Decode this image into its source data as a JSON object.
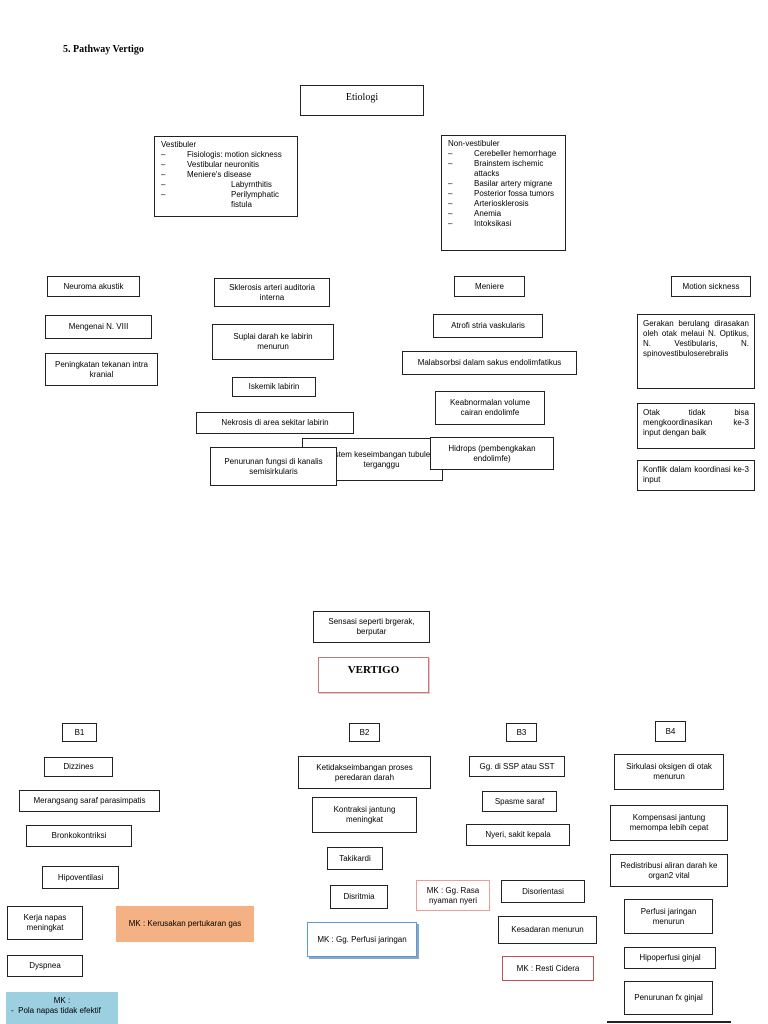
{
  "heading": "5. Pathway Vertigo",
  "etiologi": "Etiologi",
  "vestibuler": {
    "title": "Vestibuler",
    "items": [
      "Fisiologis: motion sickness",
      "Vestibular neuronitis",
      "Meniere's disease",
      "Labyrnthitis",
      "Perilymphatic fistula"
    ]
  },
  "non_vestibuler": {
    "title": "Non-vestibuler",
    "items": [
      "Cerebeller hemorrhage",
      "Brainstem ischemic attacks",
      "Basilar artery migrane",
      "Posterior fossa tumors",
      "Arteriosklerosis",
      "Anemia",
      "Intoksikasi"
    ]
  },
  "branch1": [
    "Neuroma akustik",
    "Mengenai N. VIII",
    "Peningkatan tekanan intra kranial"
  ],
  "branch2": [
    "Sklerosis arteri auditoria interna",
    "Suplai darah ke labirin menurun",
    "Iskemik labirin",
    "Nekrosis di area sekitar labirin",
    "Sistem keseimbangan tubuler) terganggu",
    "Penurunan fungsi di kanalis semisirkularis"
  ],
  "branch3": [
    "Meniere",
    "Atrofi stria vaskularis",
    "Malabsorbsi dalam sakus endolimfatikus",
    "Keabnormalan volume cairan endolimfe",
    "Hidrops (pembengkakan endolimfe)"
  ],
  "branch4": [
    "Motion sickness",
    "Gerakan berulang dirasakan oleh otak melaui N. Optikus, N. Vestibularis, N. spinovestibuloserebralis",
    "Otak tidak bisa mengkoordinasikan ke-3 input dengan baik",
    "Konflik dalam koordinasi ke-3 input"
  ],
  "sensasi": "Sensasi seperti brgerak, berputar",
  "vertigo": "VERTIGO",
  "b1": [
    "B1",
    "Dizzines",
    "Merangsang saraf parasimpatis",
    "Bronkokontriksi",
    "Hipoventilasi",
    "Kerja napas meningkat",
    "Dyspnea"
  ],
  "b1_mk": "MK : Kerusakan pertukaran gas",
  "b1_mk2_title": "MK :",
  "b1_mk2_items": [
    "Pola napas tidak efektif"
  ],
  "b2": [
    "B2",
    "Ketidakseimbangan proses peredaran darah",
    "Kontraksi jantung meningkat",
    "Takikardi",
    "Disritmia"
  ],
  "b2_mk": "MK : Gg. Perfusi jaringan",
  "b3": [
    "B3",
    "Gg. di SSP atau SST",
    "Spasme saraf",
    "Nyeri, sakit kepala",
    "Disorientasi",
    "Kesadaran menurun"
  ],
  "b3_mk_nyeri": "MK : Gg. Rasa nyaman nyeri",
  "b3_mk_cidera": "MK : Resti Cidera",
  "b4": [
    "B4",
    "Sirkulasi oksigen di otak menurun",
    "Kompensasi jantung memompa lebih cepat",
    "Redistribusi aliran darah ke organ2 vital",
    "Perfusi jaringan menurun",
    "Hipoperfusi ginjal",
    "Penurunan fx ginjal"
  ]
}
